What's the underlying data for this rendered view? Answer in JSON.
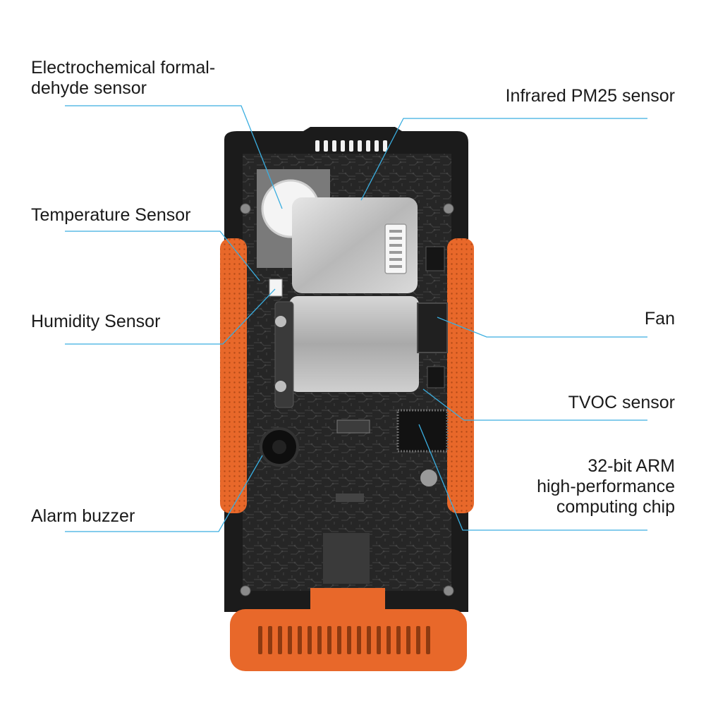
{
  "labels": {
    "formaldehyde": [
      "Electrochemical formal-",
      "dehyde sensor"
    ],
    "temperature": "Temperature Sensor",
    "humidity": "Humidity Sensor",
    "alarm": "Alarm buzzer",
    "pm25": "Infrared PM25 sensor",
    "fan": "Fan",
    "tvoc": "TVOC sensor",
    "arm": [
      "32-bit ARM",
      "high-performance",
      "computing chip"
    ]
  },
  "colors": {
    "leader": "#3aaee0",
    "accent": "#e8682a",
    "shell": "#1b1b1b",
    "board": "#2a2a2a",
    "metal": "#c9c9c9",
    "text": "#1a1a1a"
  }
}
